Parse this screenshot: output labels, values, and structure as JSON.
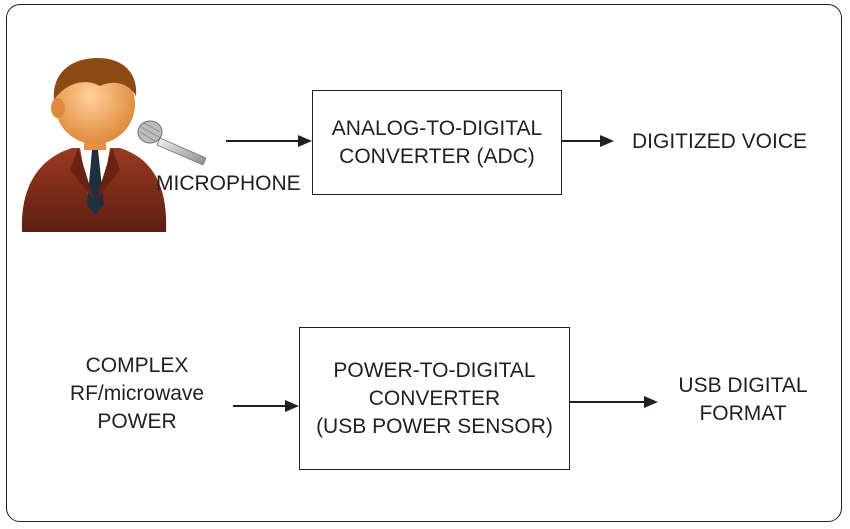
{
  "diagram": {
    "top_row": {
      "input_label": "MICROPHONE",
      "block_lines": [
        "ANALOG-TO-DIGITAL",
        "CONVERTER (ADC)"
      ],
      "output_label": "DIGITIZED VOICE",
      "icons": [
        "person-icon",
        "microphone-icon"
      ]
    },
    "bottom_row": {
      "input_lines": [
        "COMPLEX",
        "RF/microwave",
        "POWER"
      ],
      "block_lines": [
        "POWER-TO-DIGITAL",
        "CONVERTER",
        "(USB POWER SENSOR)"
      ],
      "output_lines": [
        "USB DIGITAL",
        "FORMAT"
      ]
    },
    "colors": {
      "line": "#231f20",
      "suit": "#7a2a1a",
      "skin": "#f2a25a",
      "hair": "#8a4a12",
      "tie": "#1f2f3f"
    }
  }
}
